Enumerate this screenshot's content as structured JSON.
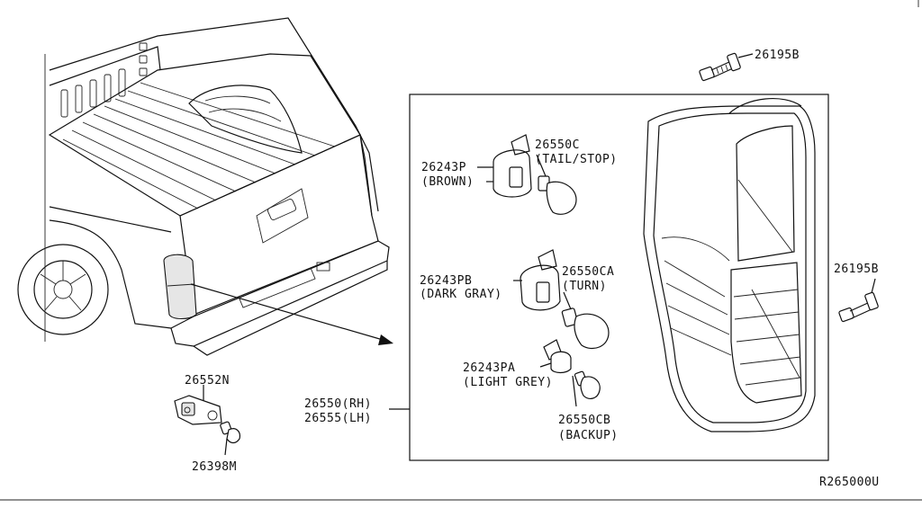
{
  "diagram_id": "R265000U",
  "callouts": {
    "bolt_top": "26195B",
    "bolt_right": "26195B",
    "bulb_tail_stop": "26550C",
    "bulb_tail_stop_desc": "(TAIL/STOP)",
    "socket_brown": "26243P",
    "socket_brown_desc": "(BROWN)",
    "socket_dark_gray": "26243PB",
    "socket_dark_gray_desc": "(DARK GRAY)",
    "bulb_turn": "26550CA",
    "bulb_turn_desc": "(TURN)",
    "socket_light_grey": "26243PA",
    "socket_light_grey_desc": "(LIGHT GREY)",
    "bulb_backup": "26550CB",
    "bulb_backup_desc": "(BACKUP)",
    "lamp_rh": "26550(RH)",
    "lamp_lh": "26555(LH)",
    "plate_lamp": "26552N",
    "plate_bulb": "26398M"
  }
}
